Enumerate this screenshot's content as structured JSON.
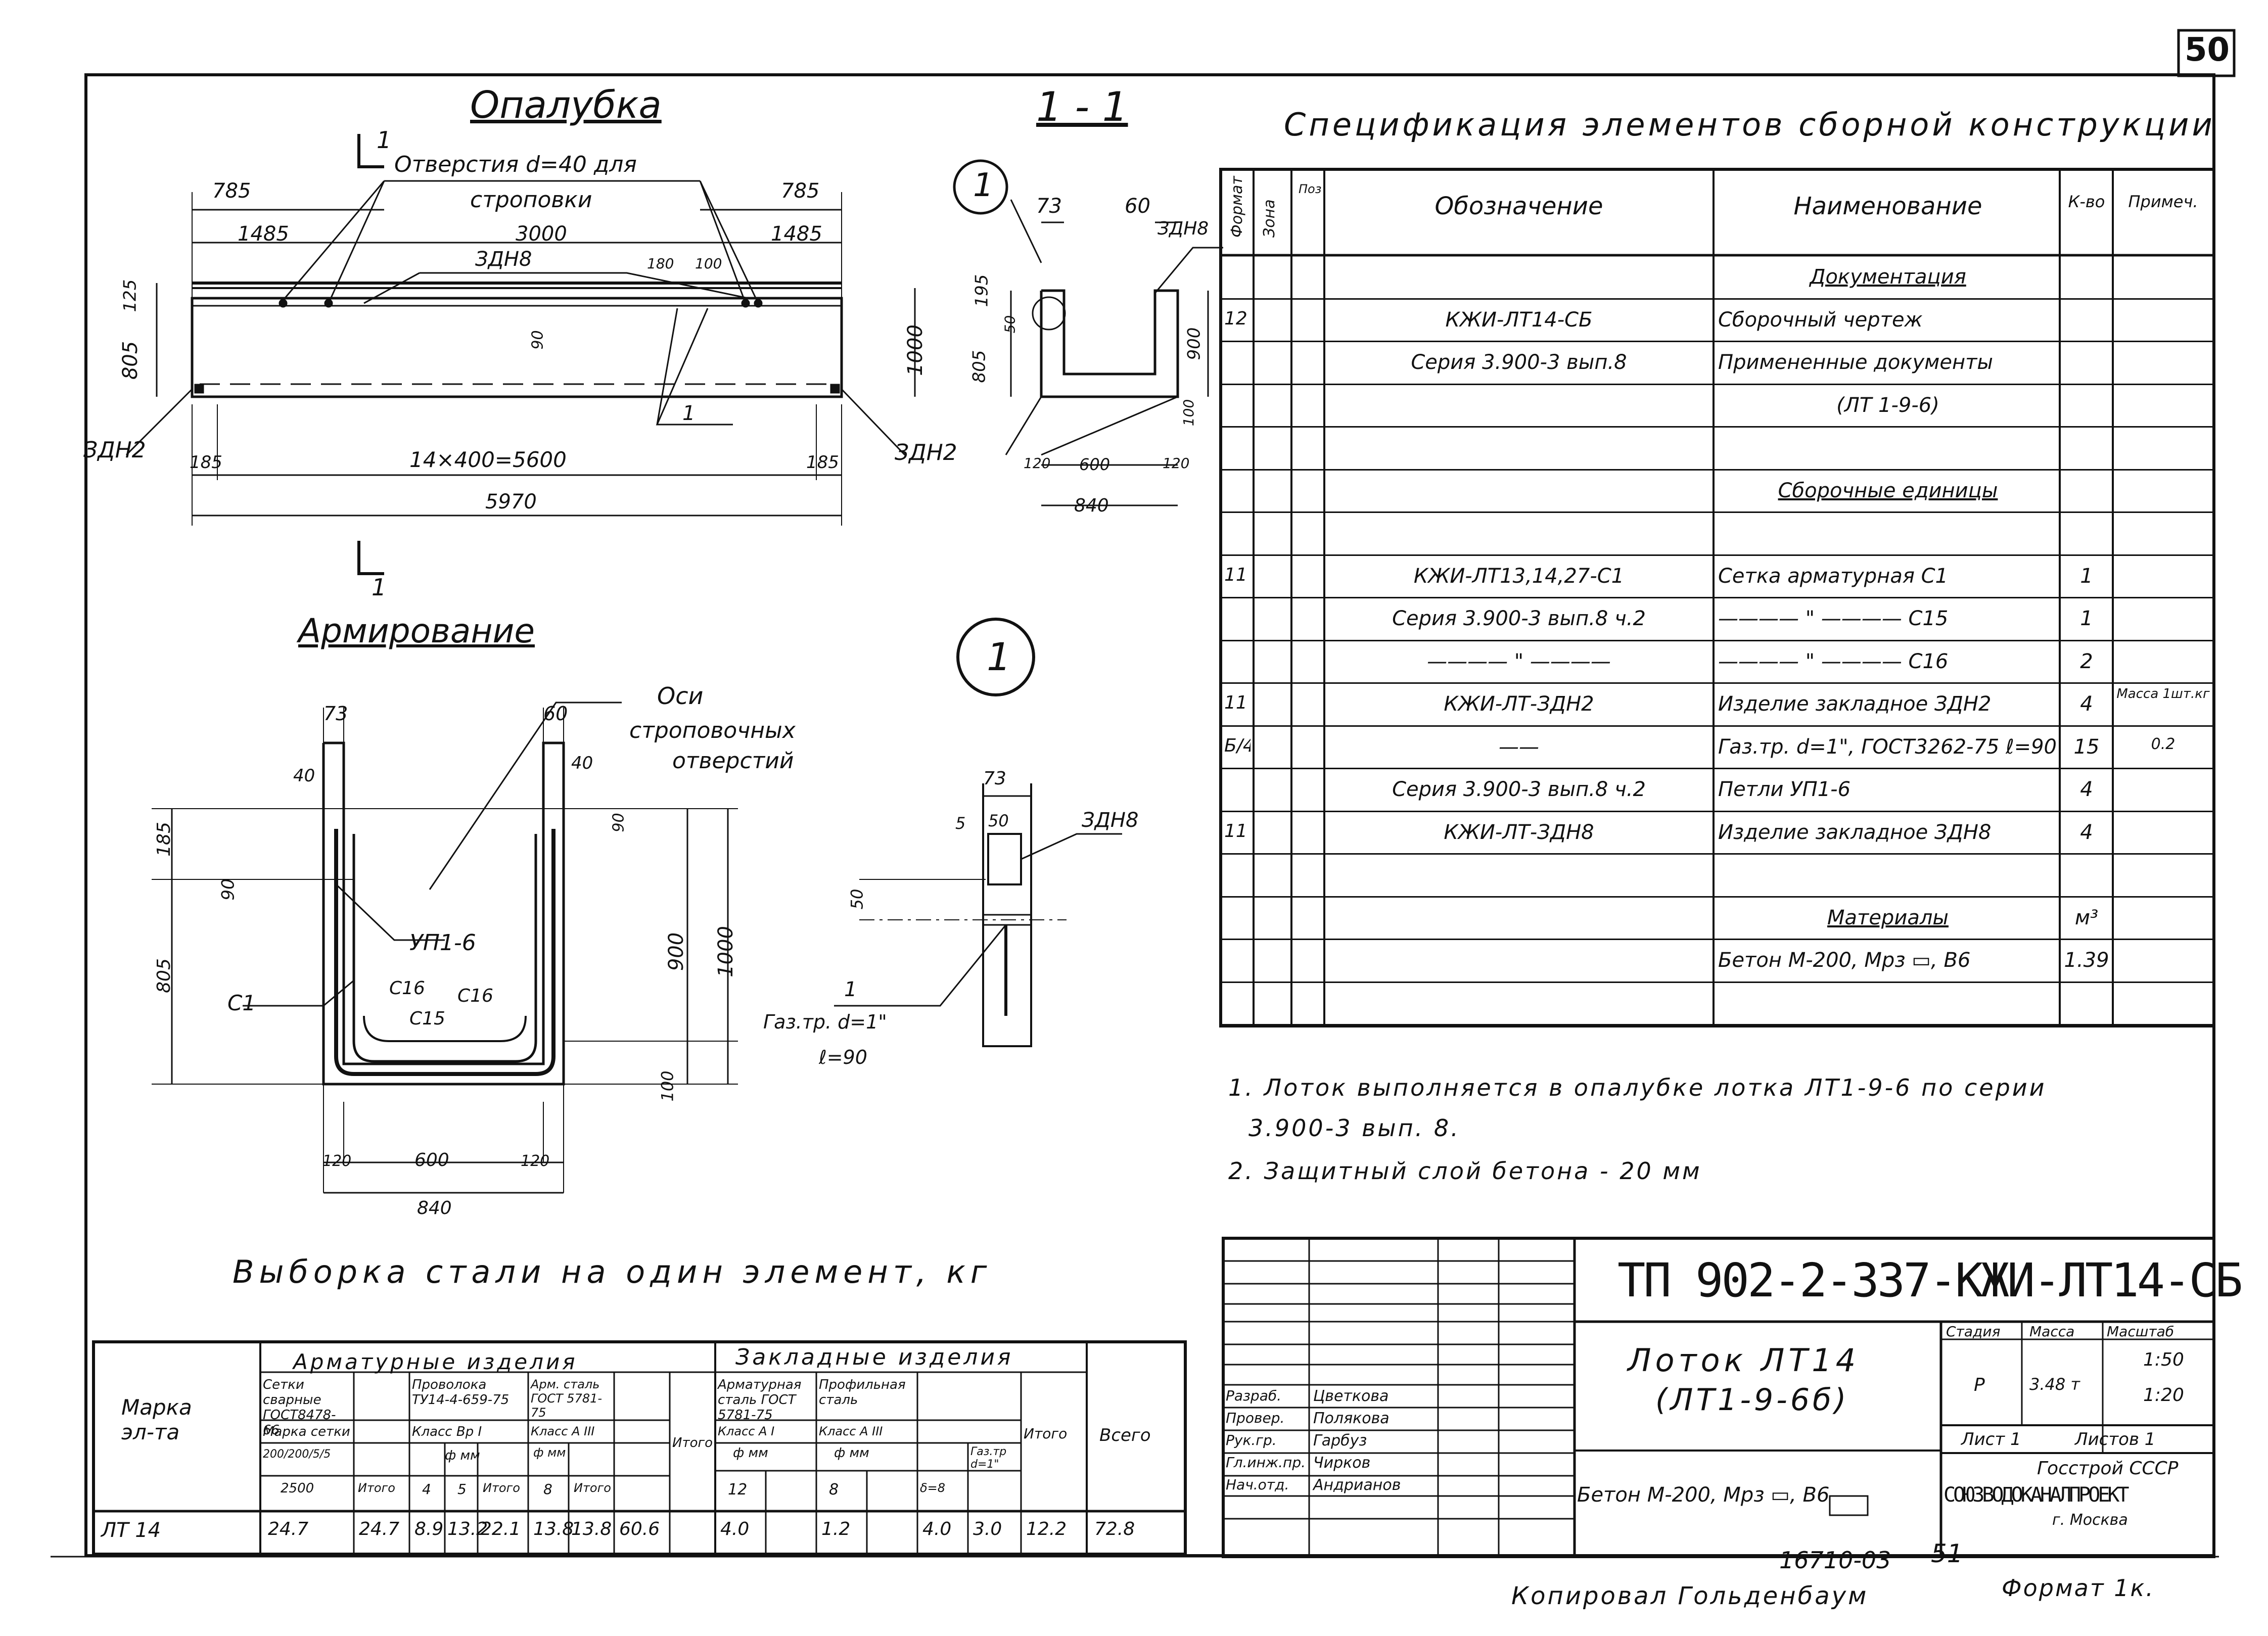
{
  "sheet": {
    "page_number": "50",
    "bottom_number": "51",
    "stamp": "16710-03",
    "copied_by": "Копировал Гольденбаум",
    "format": "Формат 1к."
  },
  "views": {
    "formwork_title": "Опалубка",
    "section_title": "1 - 1",
    "reinforcement_title": "Армирование",
    "node_marker": "1",
    "section_mark": "1"
  },
  "formwork_labels": {
    "holes_note_1": "Отверстия d=40 для",
    "holes_note_2": "строповки",
    "dim_785_left": "785",
    "dim_785_right": "785",
    "dim_1485_left": "1485",
    "dim_1485_right": "1485",
    "dim_3000": "3000",
    "zdn8": "ЗДН8",
    "dim_180": "180",
    "dim_100": "100",
    "dim_125": "125",
    "dim_805": "805",
    "dim_1000": "1000",
    "dim_90": "90",
    "item_1": "1",
    "zdn2_left": "ЗДН2",
    "zdn2_right": "ЗДН2",
    "dim_185_left": "185",
    "dim_185_right": "185",
    "dim_14x400": "14×400=5600",
    "dim_5970": "5970"
  },
  "section_labels": {
    "dim_73": "73",
    "dim_60": "60",
    "zdn8": "ЗДН8",
    "dim_195": "195",
    "dim_50": "50",
    "dim_805": "805",
    "dim_900": "900",
    "dim_100": "100",
    "dim_120a": "120",
    "dim_600": "600",
    "dim_120b": "120",
    "dim_840": "840"
  },
  "reinf_labels": {
    "dim_73": "73",
    "dim_60": "60",
    "dim_40a": "40",
    "dim_40b": "40",
    "axes_1": "Оси",
    "axes_2": "строповочных",
    "axes_3": "отверстий",
    "dim_185": "185",
    "dim_90a": "90",
    "dim_90b": "90",
    "up1_6": "УП1-6",
    "dim_805": "805",
    "dim_900": "900",
    "dim_1000": "1000",
    "c1": "С1",
    "c16a": "С16",
    "c16b": "С16",
    "c15": "С15",
    "dim_100": "100",
    "dim_120a": "120",
    "dim_600": "600",
    "dim_120b": "120",
    "dim_840": "840"
  },
  "node_labels": {
    "dim_73": "73",
    "dim_5": "5",
    "dim_50": "50",
    "zdn8": "ЗДН8",
    "dim_50v": "50",
    "item_1": "1",
    "pipe": "Газ.тр. d=1\"",
    "length": "ℓ=90"
  },
  "specification": {
    "title": "Спецификация элементов сборной конструкции",
    "headers": [
      "Формат",
      "Зона",
      "Поз",
      "Обозначение",
      "Наименование",
      "К-во",
      "Примеч."
    ],
    "rows": [
      [
        "",
        "",
        "",
        "",
        "Документация",
        "",
        ""
      ],
      [
        "12",
        "",
        "",
        "КЖИ-ЛТ14-СБ",
        "Сборочный чертеж",
        "",
        ""
      ],
      [
        "",
        "",
        "",
        "Серия 3.900-3 вып.8",
        "Примененные документы",
        "",
        ""
      ],
      [
        "",
        "",
        "",
        "",
        "(ЛТ 1-9-6)",
        "",
        ""
      ],
      [
        "",
        "",
        "",
        "",
        "",
        "",
        ""
      ],
      [
        "",
        "",
        "",
        "",
        "Сборочные единицы",
        "",
        ""
      ],
      [
        "",
        "",
        "",
        "",
        "",
        "",
        ""
      ],
      [
        "11",
        "",
        "",
        "КЖИ-ЛТ13,14,27-С1",
        "Сетка арматурная С1",
        "1",
        ""
      ],
      [
        "",
        "",
        "",
        "Серия 3.900-3 вып.8 ч.2",
        "———— \" ———— С15",
        "1",
        ""
      ],
      [
        "",
        "",
        "",
        "———— \" ————",
        "———— \" ———— С16",
        "2",
        ""
      ],
      [
        "11",
        "",
        "",
        "КЖИ-ЛТ-ЗДН2",
        "Изделие закладное ЗДН2",
        "4",
        "Масса 1шт.кг"
      ],
      [
        "Б/4",
        "",
        "",
        "——",
        "Газ.тр. d=1\", ГОСТ3262-75 ℓ=90",
        "15",
        "0.2"
      ],
      [
        "",
        "",
        "",
        "Серия 3.900-3 вып.8 ч.2",
        "Петли УП1-6",
        "4",
        ""
      ],
      [
        "11",
        "",
        "",
        "КЖИ-ЛТ-ЗДН8",
        "Изделие закладное ЗДН8",
        "4",
        ""
      ],
      [
        "",
        "",
        "",
        "",
        "",
        "",
        ""
      ],
      [
        "",
        "",
        "",
        "",
        "Материалы",
        "м³",
        ""
      ],
      [
        "",
        "",
        "",
        "",
        "Бетон М-200, Мрз ▭, В6",
        "1.39",
        ""
      ],
      [
        "",
        "",
        "",
        "",
        "",
        "",
        ""
      ]
    ]
  },
  "notes": {
    "note1a": "1. Лоток выполняется в опалубке лотка ЛТ1-9-6 по серии",
    "note1b": "3.900-3 вып. 8.",
    "note2": "2. Защитный слой бетона - 20 мм"
  },
  "steel": {
    "title": "Выборка стали на один элемент, кг",
    "mark_header": "Марка эл-та",
    "group_rebar": "Арматурные изделия",
    "group_embedded": "Закладные изделия",
    "h_mesh": "Сетки сварные ГОСТ8478-66",
    "h_wire": "Проволока ТУ14-4-659-75",
    "h_steel": "Арм. сталь ГОСТ 5781-75",
    "h_rebar_steel": "Арматурная сталь ГОСТ 5781-75",
    "h_profile": "Профильная сталь",
    "h_mesh_mark": "Марка сетки",
    "h_class_bp": "Класс Вр I",
    "h_class_a3": "Класс А III",
    "h_class_a1": "Класс А I",
    "h_class_a3b": "Класс А III",
    "h_mesh_type": "200/200/5/5",
    "h_dia_mm": "ф мм",
    "h_dia_mm2": "ф мм",
    "h_dia_mm3": "ф мм",
    "h_dia_mm4": "ф мм",
    "h_pipe": "Газ.тр d=1\"",
    "h_itogo": "Итого",
    "h_vsego": "Всего",
    "h_2500": "2500",
    "h_4": "4",
    "h_5": "5",
    "h_8": "8",
    "h_12": "12",
    "h_8b": "8",
    "h_d8": "δ=8",
    "row": [
      "ЛТ 14",
      "24.7",
      "24.7",
      "8.9",
      "13.2",
      "22.1",
      "13.8",
      "13.8",
      "60.6",
      "4.0",
      "",
      "1.2",
      "",
      "4.0",
      "3.0",
      "12.2",
      "72.8"
    ]
  },
  "title_block": {
    "code": "ТП 902-2-337-КЖИ-ЛТ14-СБ",
    "name_1": "Лоток ЛТ14",
    "name_2": "(ЛТ1-9-6б)",
    "concrete": "Бетон М-200, Мрз ▭, В6",
    "stage_h": "Стадия",
    "mass_h": "Масса",
    "scale_h": "Масштаб",
    "stage": "Р",
    "mass": "3.48 т",
    "scale_1": "1:50",
    "scale_2": "1:20",
    "sheet": "Лист 1",
    "sheets": "Листов 1",
    "org_1": "Госстрой СССР",
    "org_2": "СОЮЗВОДОКАНАЛПРОЕКТ",
    "org_3": "г. Москва",
    "roles": [
      {
        "role": "Разраб.",
        "name": "Цветкова"
      },
      {
        "role": "Провер.",
        "name": "Полякова"
      },
      {
        "role": "Рук.гр.",
        "name": "Гарбуз"
      },
      {
        "role": "Гл.инж.пр.",
        "name": "Чирков"
      },
      {
        "role": "Нач.отд.",
        "name": "Андрианов"
      }
    ]
  }
}
